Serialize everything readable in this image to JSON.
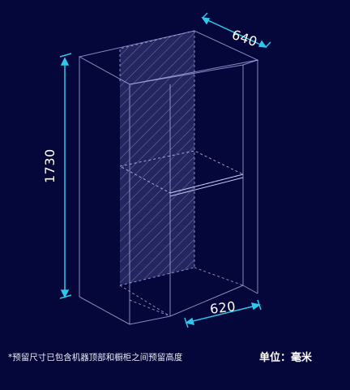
{
  "dimensions": {
    "depth": "640",
    "height": "1730",
    "width": "620"
  },
  "footnote": "*预留尺寸已包含机器顶部和橱柜之间预留高度",
  "unit_label": "单位：毫米",
  "colors": {
    "background": "#05063a",
    "outline": "#a7a9e6",
    "dimension_line": "#2fc7ea",
    "text": "#ffffff"
  }
}
